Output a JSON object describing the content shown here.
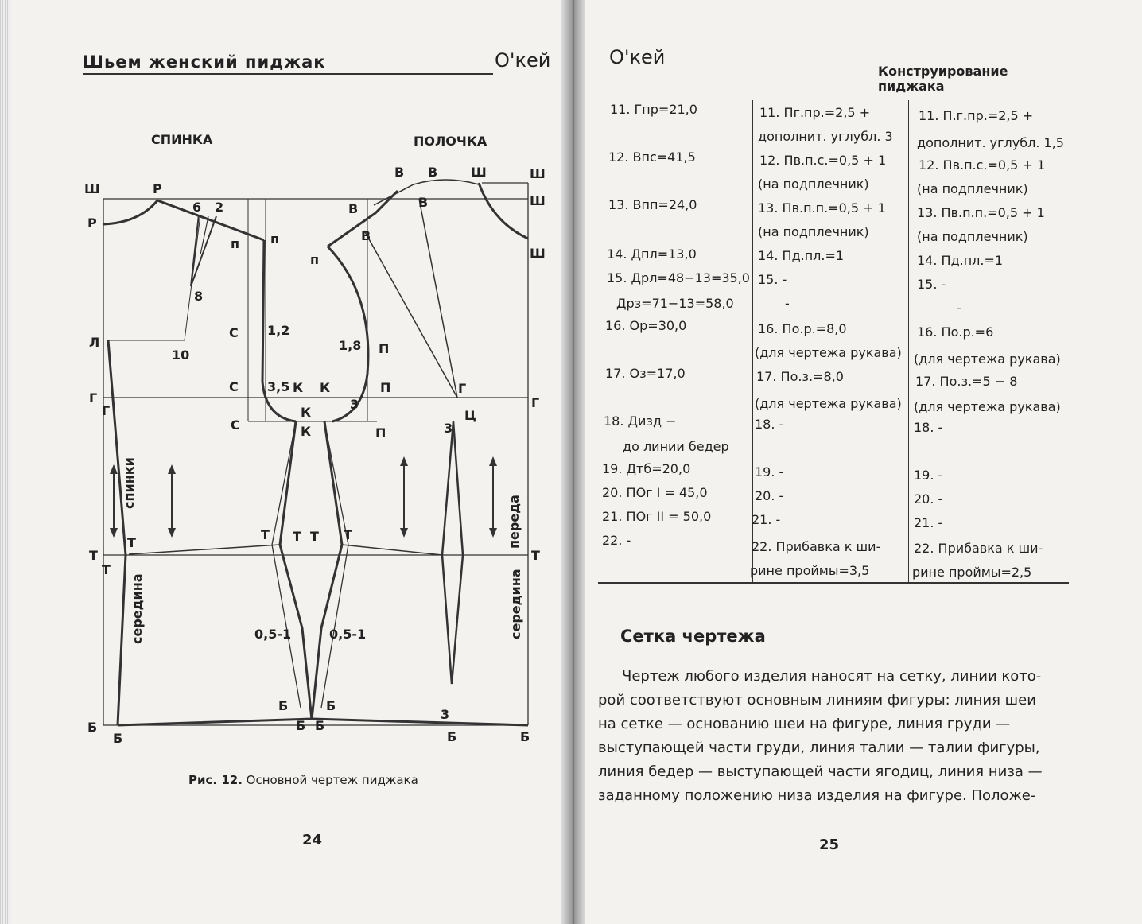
{
  "left_page": {
    "header_title": "Шьем женский пиджак",
    "brand": "О'кей",
    "figure_labels": {
      "back": "СПИНКА",
      "front": "ПОЛОЧКА"
    },
    "caption_bold": "Рис. 12.",
    "caption_text": "Основной чертеж пиджака",
    "page_number": "24"
  },
  "drawing_labels": {
    "Sh": "Ш",
    "R": "Р",
    "R1": "Р",
    "six": "6",
    "two": "2",
    "eight": "8",
    "ten": "10",
    "n1": "п",
    "n": "п",
    "L": "Л",
    "C1": "С",
    "one_two": "1,2",
    "C": "С",
    "three_five": "3,5",
    "K": "К",
    "K1": "К",
    "K2": "К",
    "K3": "К",
    "C2": "С",
    "G": "Г",
    "G2": "Г",
    "spinki": "спинки",
    "T": "Т",
    "T2a": "Т",
    "T2b": "Т",
    "seredina_left": "середина",
    "T5": "Т",
    "T3": "Т",
    "T4": "Т",
    "T6": "Т",
    "half_left": "0,5-1",
    "half_right": "0,5-1",
    "B_left": "Б",
    "B2": "Б",
    "B3": "Б",
    "B5": "Б",
    "B6": "Б",
    "B4": "Б",
    "B2f": "В",
    "Bf": "В",
    "Sh3": "Ш",
    "Sh2": "Ш",
    "Sh1": "Ш",
    "Sh4": "Ш",
    "B1f": "В",
    "B4f": "В",
    "B3f": "В",
    "n2": "п",
    "one_eight": "1,8",
    "P1": "П",
    "P": "П",
    "three_a": "3",
    "P2": "П",
    "G3": "Г",
    "Ts": "Ц",
    "three_b": "3",
    "G1": "Г",
    "pereda": "переда",
    "T1": "Т",
    "seredina_right": "середина",
    "three_c": "3",
    "B7": "Б",
    "B1": "Б"
  },
  "right_page": {
    "brand": "О'кей",
    "header_title": "Конструирование пиджака",
    "page_number": "25",
    "table": {
      "col1": [
        "11. Гпр=21,0",
        "12. Впс=41,5",
        "13. Впп=24,0",
        "14. Дпл=13,0",
        "15. Дрл=48−13=35,0",
        "Дрз=71−13=58,0",
        "16. Ор=30,0",
        "17. Оз=17,0",
        "18. Дизд −",
        "до линии бедер",
        "19. Дтб=20,0",
        "20. ПОг I = 45,0",
        "21. ПОг II = 50,0",
        "22. -"
      ],
      "col2": [
        "11. Пг.пр.=2,5 +",
        "дополнит. углубл. 3",
        "12. Пв.п.с.=0,5 + 1",
        "(на подплечник)",
        "13. Пв.п.п.=0,5 + 1",
        "(на подплечник)",
        "14. Пд.пл.=1",
        "15.  -",
        "-",
        "16. По.р.=8,0",
        "(для чертежа рукава)",
        "17. По.з.=8,0",
        "(для чертежа рукава)",
        "18. -",
        "19. -",
        "20. -",
        "21. -",
        "22. Прибавка к ши-",
        "рине проймы=3,5"
      ],
      "col3": [
        "11. П.г.пр.=2,5 +",
        "дополнит. углубл. 1,5",
        "12. Пв.п.с.=0,5 + 1",
        "(на подплечник)",
        "13. Пв.п.п.=0,5 + 1",
        "(на подплечник)",
        "14. Пд.пл.=1",
        "15.  -",
        "-",
        "16. По.р.=6",
        "(для чертежа рукава)",
        "17. По.з.=5 − 8",
        "(для чертежа рукава)",
        "18. -",
        "19. -",
        "20. -",
        "21. -",
        "22. Прибавка к ши-",
        "рине проймы=2,5"
      ]
    },
    "section_title": "Сетка чертежа",
    "paragraph_lines": [
      "Чертеж любого изделия наносят на сетку, линии кото-",
      "рой соответствуют основным линиям фигуры: линия шеи",
      "на сетке — основанию шеи на фигуре, линия груди —",
      "выступающей части груди, линия талии — талии фигуры,",
      "линия бедер — выступающей части ягодиц, линия низа —",
      "заданному положению низа изделия на фигуре. Положе-"
    ]
  }
}
